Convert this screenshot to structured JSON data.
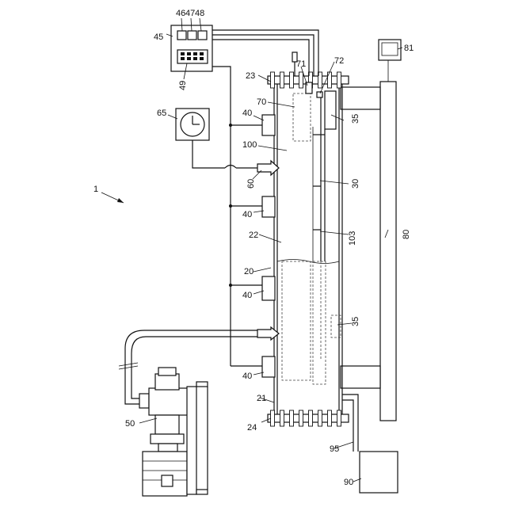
{
  "labels": {
    "system": "1",
    "tank": "20",
    "tank_inner": "22",
    "tank_bottom": "21",
    "flange_top": "23",
    "flange_bottom": "24",
    "rail": "30",
    "carriage_top": "35",
    "carriage_bottom": "35",
    "heater_1": "40",
    "heater_2": "40",
    "heater_3": "40",
    "heater_4": "40",
    "controller": "45",
    "button_1": "46",
    "button_2": "47",
    "button_3": "48",
    "keypad": "49",
    "pump": "50",
    "nozzle": "60",
    "timer": "65",
    "vessel": "70",
    "sensor_1": "71",
    "sensor_2": "72",
    "base": "80",
    "monitor": "81",
    "drain_tank": "90",
    "drain_pipe": "95",
    "space": "100",
    "guide": "103"
  },
  "icons": {
    "timer": "clock-icon",
    "monitor": "monitor-icon",
    "pump": "motor-pump-icon",
    "arrow": "arrow-right-icon"
  },
  "colors": {
    "line": "#111111",
    "background": "#ffffff"
  }
}
